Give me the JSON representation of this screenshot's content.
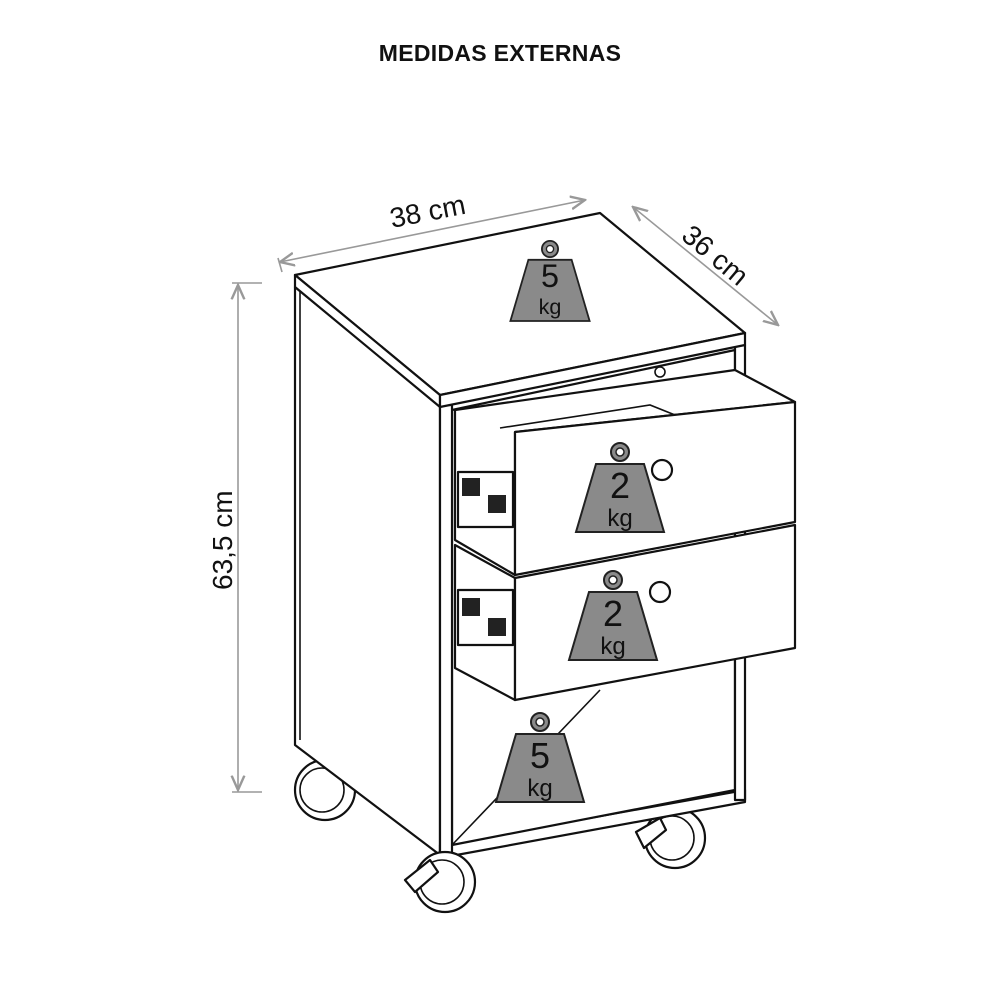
{
  "title": "MEDIDAS EXTERNAS",
  "dimensions": {
    "width": "38 cm",
    "depth": "36 cm",
    "height": "63,5 cm"
  },
  "weights": [
    {
      "location": "top",
      "value": "5",
      "unit": "kg"
    },
    {
      "location": "drawer-1",
      "value": "2",
      "unit": "kg"
    },
    {
      "location": "drawer-2",
      "value": "2",
      "unit": "kg"
    },
    {
      "location": "bottom-shelf",
      "value": "5",
      "unit": "kg"
    }
  ],
  "colors": {
    "weight_fill": "#8a8a8a",
    "dimension_line": "#999999"
  }
}
